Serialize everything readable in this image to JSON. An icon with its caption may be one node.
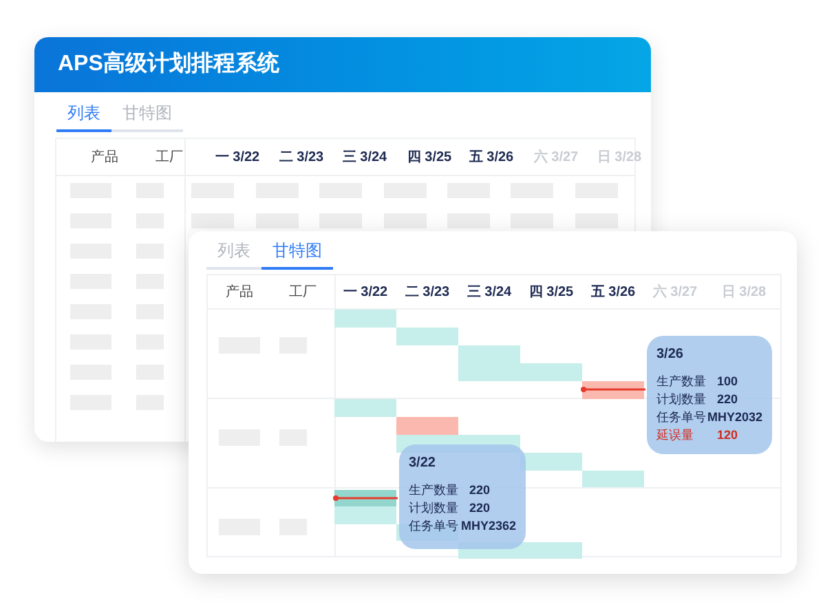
{
  "diagram": {
    "nodes": [
      {
        "text": [
          "APS高级计划排程系统"
        ]
      },
      {
        "text": [
          "3/26",
          "生产数量",
          "100",
          "计划数量",
          "220",
          "任务单号",
          "MHY2032",
          "延误量",
          "120"
        ]
      },
      {
        "text": [
          "3/22",
          "生产数量",
          "220",
          "计划数量",
          "220",
          "任务单号",
          "MHY2362"
        ]
      }
    ],
    "labels": [
      "列表",
      "甘特图",
      "产品",
      "工厂",
      "一 3/22",
      "二 3/23",
      "三 3/24",
      "四 3/25",
      "五 3/26",
      "六 3/27",
      "日 3/28",
      "列表",
      "甘特图",
      "产品",
      "工厂",
      "一 3/22",
      "二 3/23",
      "三 3/24",
      "四 3/25",
      "五 3/26",
      "六 3/27",
      "日 3/28"
    ]
  }
}
